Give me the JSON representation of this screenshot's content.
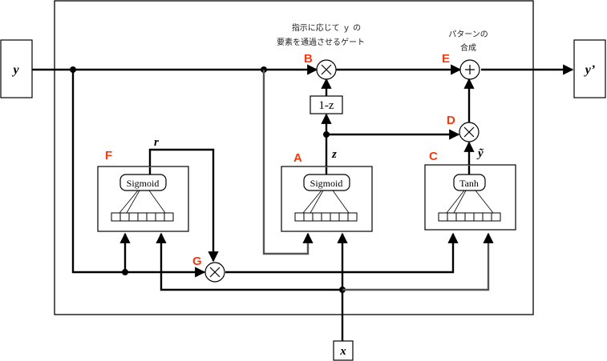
{
  "diagram": {
    "title": "GRU gating diagram",
    "accent_color": "#f03c14",
    "io": {
      "input_y": "y",
      "output_y": "y’",
      "input_x": "x"
    },
    "annotations": {
      "gate_b_line1": "指示に応じて ｙ の",
      "gate_b_line2": "要素を通過させるゲート",
      "gate_e_line1": "パターンの",
      "gate_e_line2": "合成"
    },
    "node_labels": {
      "A": "A",
      "B": "B",
      "C": "C",
      "D": "D",
      "E": "E",
      "F": "F",
      "G": "G"
    },
    "blocks": {
      "A": {
        "activation": "Sigmoid",
        "output": "z"
      },
      "C": {
        "activation": "Tanh",
        "output": "ỹ"
      },
      "F": {
        "activation": "Sigmoid",
        "output": "r"
      }
    },
    "one_minus_z": "1-z",
    "operators": {
      "B": "multiply",
      "D": "multiply",
      "E": "add",
      "G": "multiply"
    },
    "symbols": {
      "multiply": "×",
      "add": "+"
    },
    "vector_cells": 7
  }
}
